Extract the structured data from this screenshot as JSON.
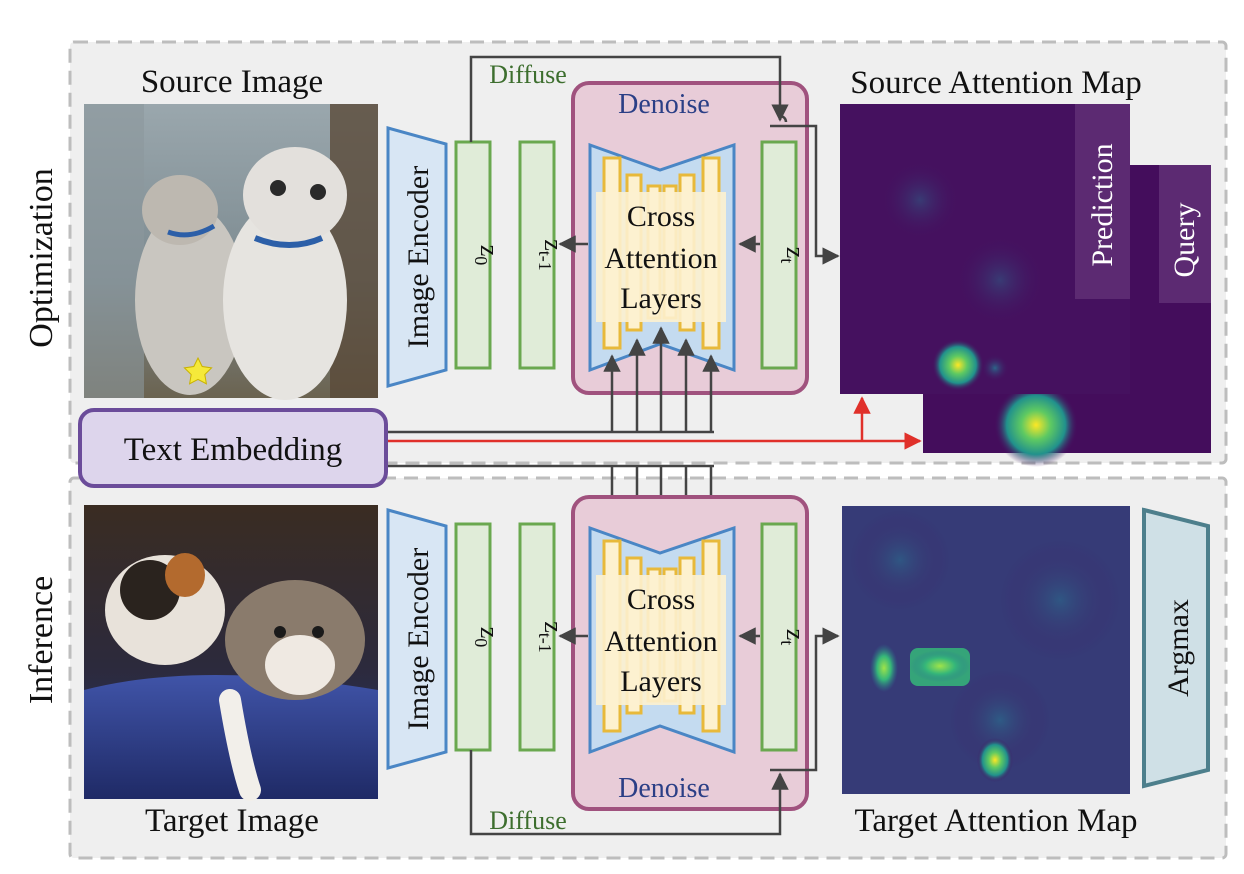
{
  "panels": {
    "top": {
      "side_label": "Optimization"
    },
    "bottom": {
      "side_label": "Inference"
    }
  },
  "labels": {
    "source_image": "Source Image",
    "target_image": "Target Image",
    "source_attention_map": "Source Attention Map",
    "target_attention_map": "Target Attention Map",
    "image_encoder": "Image Encoder",
    "diffuse": "Diffuse",
    "denoise": "Denoise",
    "z0": "z",
    "z0_sub": "0",
    "zt1": "z",
    "zt1_sub": "t-1",
    "zt": "z",
    "zt_sub": "t",
    "cross_attention": [
      "Cross",
      "Attention",
      "Layers"
    ],
    "text_embedding": "Text Embedding",
    "prediction": "Prediction",
    "query": "Query",
    "argmax": "Argmax"
  },
  "colors": {
    "panel_bg": "#efefef",
    "panel_border": "#bdbdbd",
    "encoder_fill": "#d8e6f4",
    "encoder_stroke": "#4a86c5",
    "latent_fill": "#e0ecd8",
    "latent_stroke": "#6aa84f",
    "denoise_fill": "#e8ccd8",
    "denoise_stroke": "#a0527e",
    "unet_fill": "#c4dbf0",
    "unet_stroke": "#4a86c5",
    "attn_fill": "#fdf1cf",
    "attn_stroke": "#e8b93a",
    "text_embed_fill": "#ddd5ec",
    "text_embed_stroke": "#6b4c9a",
    "argmax_fill": "#cfe0e6",
    "argmax_stroke": "#4d7f8c",
    "arrow": "#444444",
    "red_arrow": "#e0302a",
    "diffuse_text": "#3d6e2e",
    "denoise_text": "#2b3f86",
    "heat_bg": "#440d5c",
    "heat_peak": "#fde725",
    "map_label_bg": "#5c2a72"
  },
  "icons": {
    "star": "star-icon"
  }
}
